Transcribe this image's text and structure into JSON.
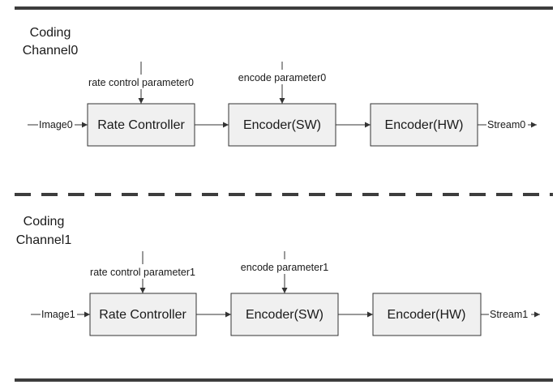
{
  "channels": [
    {
      "title_line1": "Coding",
      "title_line2": "Channel0",
      "rate_param": "rate control parameter0",
      "encode_param": "encode parameter0",
      "input": "Image0",
      "output": "Stream0",
      "blocks": [
        "Rate Controller",
        "Encoder(SW)",
        "Encoder(HW)"
      ]
    },
    {
      "title_line1": "Coding",
      "title_line2": "Channel1",
      "rate_param": "rate control parameter1",
      "encode_param": "encode parameter1",
      "input": "Image1",
      "output": "Stream1",
      "blocks": [
        "Rate Controller",
        "Encoder(SW)",
        "Encoder(HW)"
      ]
    }
  ]
}
